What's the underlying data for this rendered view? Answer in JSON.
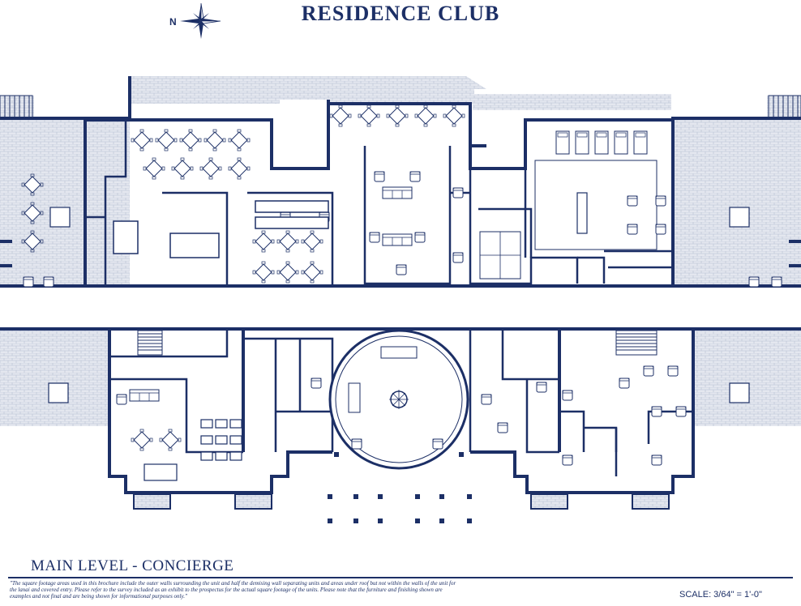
{
  "header": {
    "title": "RESIDENCE CLUB",
    "compass_label": "N"
  },
  "footer": {
    "level_title": "MAIN LEVEL - CONCIERGE",
    "disclaimer": "\"The square footage areas used in this brochure include the outer walls surrounding the unit and half the demising wall separating units and areas under roof but not within the walls of the unit for the lanai and covered entry. Please refer to the survey included as an exhibit to the prospectus for the actual square footage of the units.  Please note that the furniture and finishing shown are examples and not final and are being shown for informational purposes only.\"",
    "scale": "SCALE: 3/64\" = 1'-0\""
  },
  "colors": {
    "ink": "#1c2f66",
    "paving": "#dfe3ec",
    "background": "#ffffff"
  },
  "icons": [
    "compass-star-icon"
  ]
}
